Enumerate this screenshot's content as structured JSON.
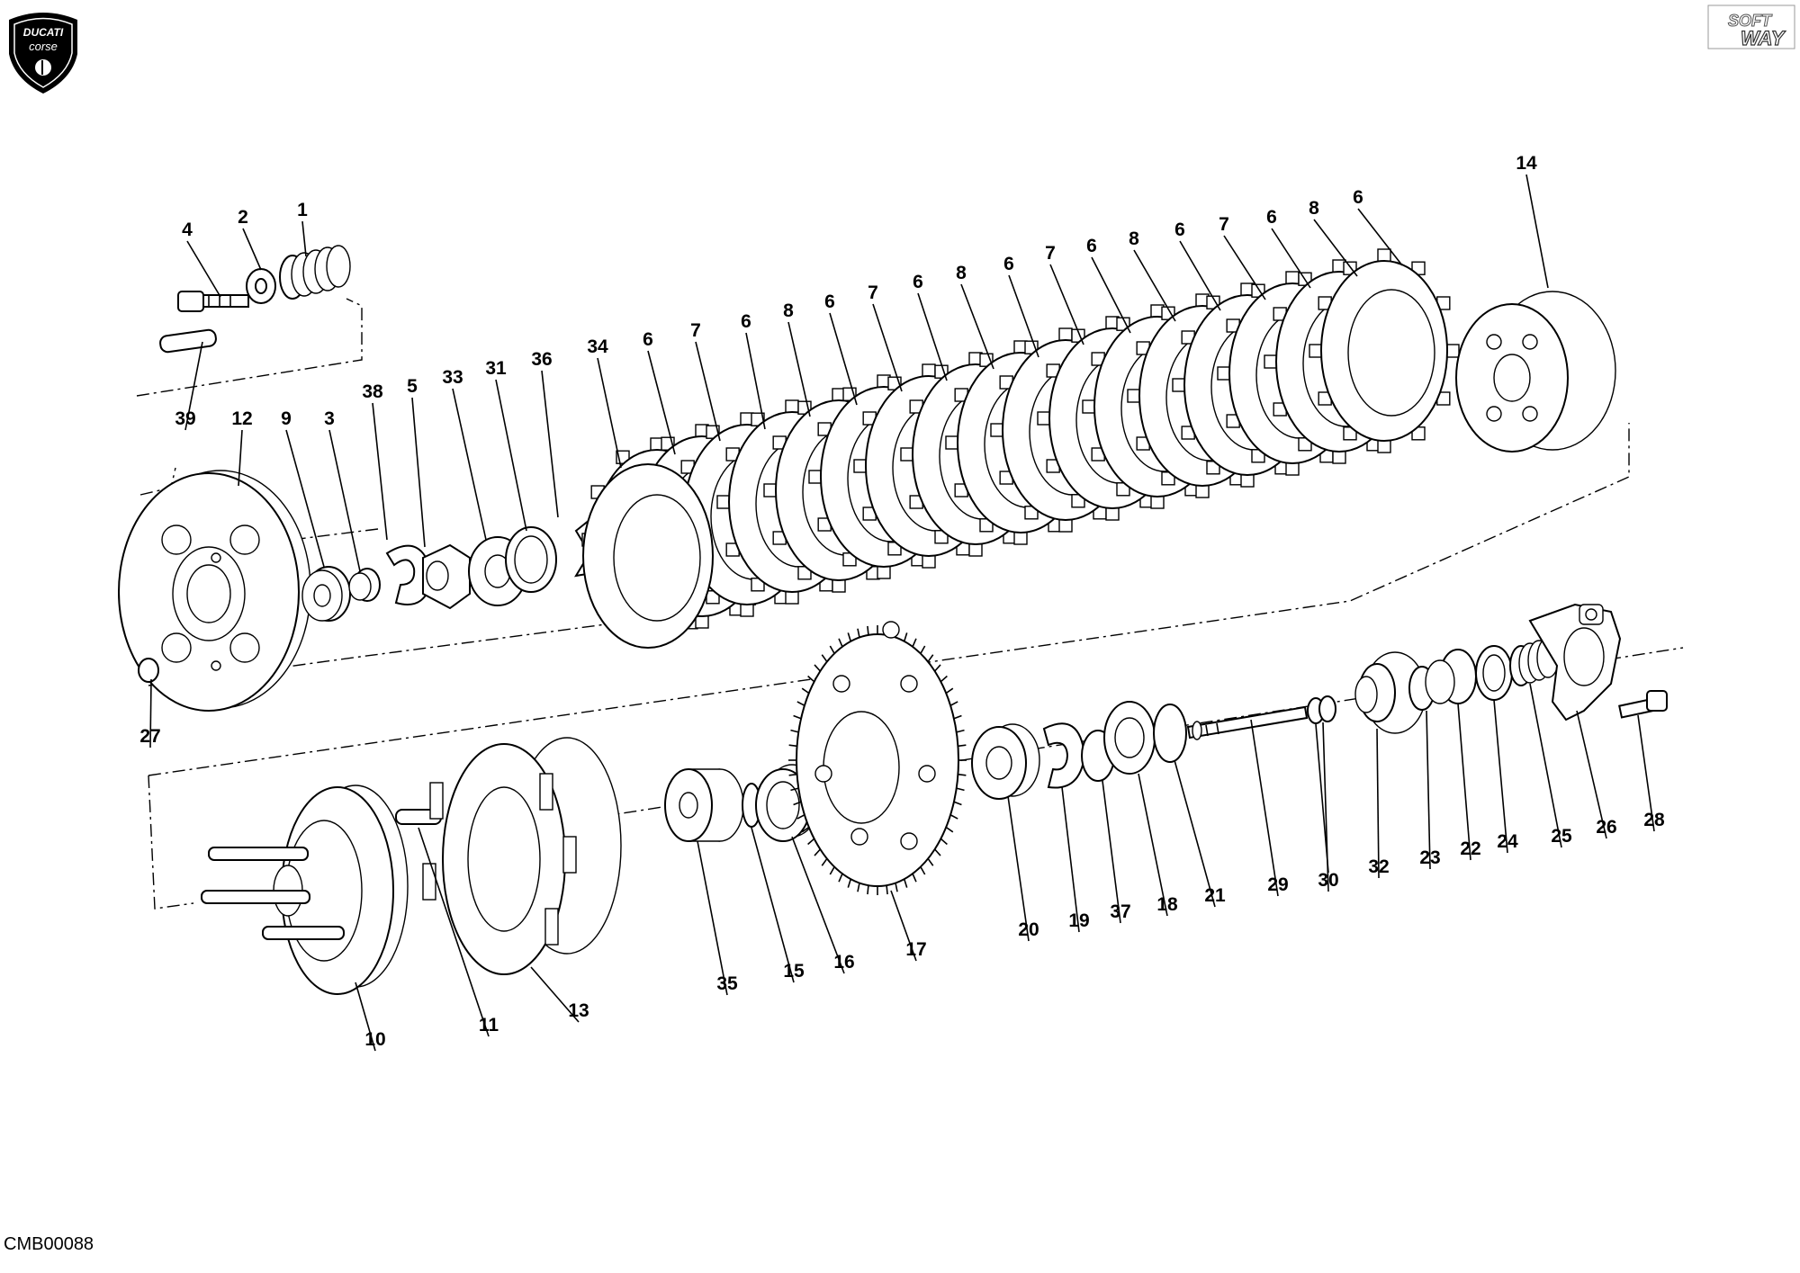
{
  "drawing_code": "CMB00088",
  "brand_badge": {
    "line1": "DUCATI",
    "line2": "corse"
  },
  "publisher_logo": {
    "line1": "SOFT",
    "line2": "WAY"
  },
  "callouts": [
    "1",
    "2",
    "3",
    "4",
    "5",
    "6",
    "7",
    "8",
    "9",
    "10",
    "11",
    "12",
    "13",
    "14",
    "15",
    "16",
    "17",
    "18",
    "19",
    "20",
    "21",
    "22",
    "23",
    "24",
    "25",
    "26",
    "27",
    "28",
    "29",
    "30",
    "31",
    "32",
    "33",
    "34",
    "35",
    "36",
    "37",
    "38",
    "39"
  ],
  "plate_labels": [
    "6",
    "7",
    "6",
    "8",
    "6",
    "7",
    "6",
    "8",
    "6",
    "7",
    "6",
    "8",
    "6",
    "7",
    "6",
    "8",
    "6"
  ]
}
